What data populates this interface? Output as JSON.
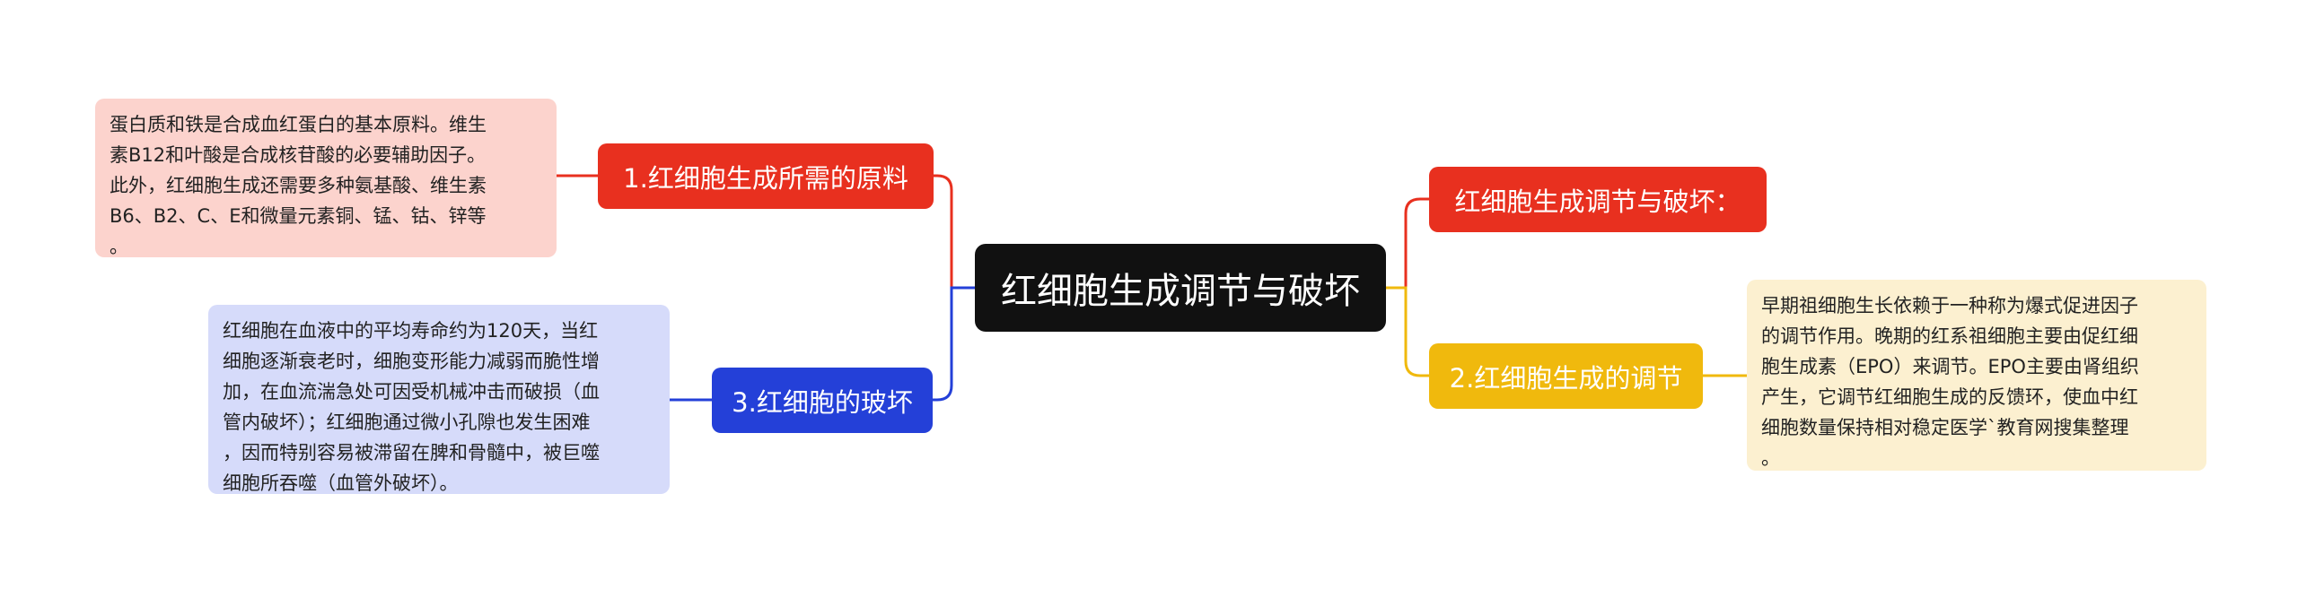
{
  "mindmap": {
    "root": {
      "label": "红细胞生成调节与破坏"
    },
    "topics": {
      "materials": {
        "label": "1.红细胞生成所需的原料",
        "color": "#e8301f"
      },
      "destruction": {
        "label": "3.红细胞的玻坏",
        "color": "#2440d8"
      },
      "heading": {
        "label": "红细胞生成调节与破坏：",
        "color": "#e8301f"
      },
      "regulation": {
        "label": "2.红细胞生成的调节",
        "color": "#f0b90d"
      }
    },
    "notes": {
      "materials": {
        "lines": [
          "蛋白质和铁是合成血红蛋白的基本原料。维生",
          "素B12和叶酸是合成核苷酸的必要辅助因子。",
          "此外，红细胞生成还需要多种氨基酸、维生素",
          "B6、B2、C、E和微量元素铜、锰、钴、锌等",
          "。"
        ]
      },
      "destruction": {
        "lines": [
          "红细胞在血液中的平均寿命约为120天，当红",
          "细胞逐渐衰老时，细胞变形能力减弱而脆性增",
          "加，在血流湍急处可因受机械冲击而破损（血",
          "管内破坏）；红细胞通过微小孔隙也发生困难",
          "，因而特别容易被滞留在脾和骨髓中，被巨噬",
          "细胞所吞噬（血管外破坏）。"
        ]
      },
      "regulation": {
        "lines": [
          "早期祖细胞生长依赖于一种称为爆式促进因子",
          "的调节作用。晚期的红系祖细胞主要由促红细",
          "胞生成素（EPO）来调节。EPO主要由肾组织",
          "产生，它调节红细胞生成的反馈环，使血中红",
          "细胞数量保持相对稳定医学`教育网搜集整理",
          "。"
        ]
      }
    },
    "link_colors": {
      "red": "#e8301f",
      "blue": "#2440d8",
      "yellow": "#f0b90d"
    }
  }
}
